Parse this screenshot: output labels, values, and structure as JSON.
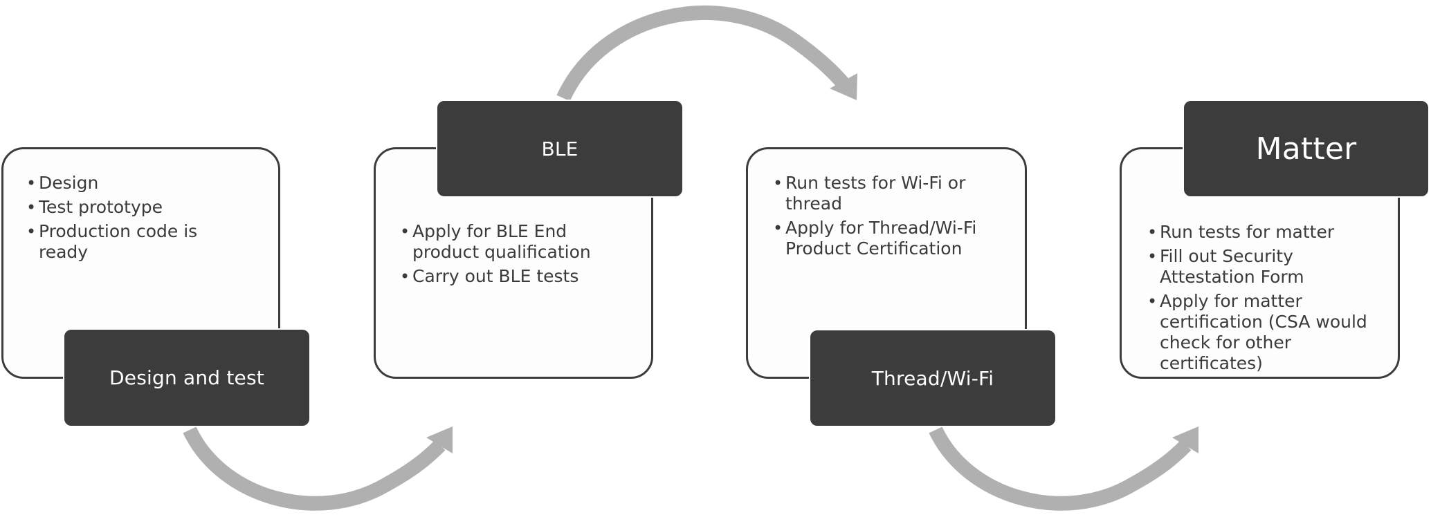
{
  "diagram": {
    "type": "process-flow",
    "colors": {
      "header_fill": "#3c3c3c",
      "header_text": "#ffffff",
      "card_border": "#3c3c3c",
      "card_fill": "#fdfdfd",
      "body_text": "#3a3a3a",
      "arrow": "#b0b0b0"
    },
    "steps": [
      {
        "title": "Design and test",
        "bullets": [
          "Design",
          "Test prototype",
          "Production code is ready"
        ]
      },
      {
        "title": "BLE",
        "bullets": [
          "Apply for BLE End product qualification",
          "Carry out BLE tests"
        ]
      },
      {
        "title": "Thread/Wi-Fi",
        "bullets": [
          "Run tests for Wi-Fi or thread",
          "Apply for Thread/Wi-Fi Product Certification"
        ]
      },
      {
        "title": "Matter",
        "bullets": [
          "Run tests for matter",
          "Fill out Security Attestation Form",
          "Apply for matter certification (CSA would check for other certificates)"
        ]
      }
    ],
    "connectors": [
      {
        "from": "Design and test",
        "to": "BLE",
        "icon": "curved-arrow-icon"
      },
      {
        "from": "BLE",
        "to": "Thread/Wi-Fi",
        "icon": "curved-arrow-icon"
      },
      {
        "from": "Thread/Wi-Fi",
        "to": "Matter",
        "icon": "curved-arrow-icon"
      }
    ]
  }
}
